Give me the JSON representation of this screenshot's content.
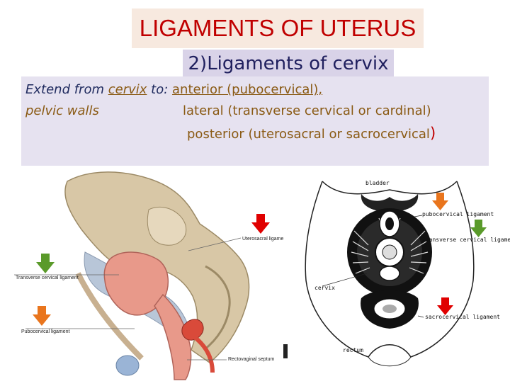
{
  "title": "LIGAMENTS OF UTERUS",
  "subtitle": "2)Ligaments of cervix",
  "body": {
    "extend_from": "Extend from",
    "cervix": "cervix",
    "to": "to:",
    "pelvic_walls": "pelvic walls",
    "anterior": "anterior (pubocervical),",
    "lateral": "lateral (transverse cervical  or cardinal)",
    "posterior": "posterior (uterosacral or sacrocervical",
    "posterior_paren": ")"
  },
  "left_figure": {
    "labels": {
      "uterosacral": "Uterosacral ligament",
      "transverse": "Transverse cervical ligament",
      "pubocervical": "Pubocervical ligament",
      "rectovaginal": "Rectovaginal septum"
    }
  },
  "right_figure": {
    "labels": {
      "bladder": "bladder",
      "pubocervical": "pubocervical ligament",
      "transverse": "transverse cervical ligament",
      "cervix": "cervix",
      "sacrocervical": "sacrocervical ligament",
      "rectum": "rectum"
    }
  },
  "colors": {
    "title_red": "#c00000",
    "arrow_red": "#e00000",
    "arrow_orange": "#e9751d",
    "arrow_green": "#5a9a2a",
    "text_brown": "#8a5a14",
    "text_navy": "#1f2a5e"
  }
}
